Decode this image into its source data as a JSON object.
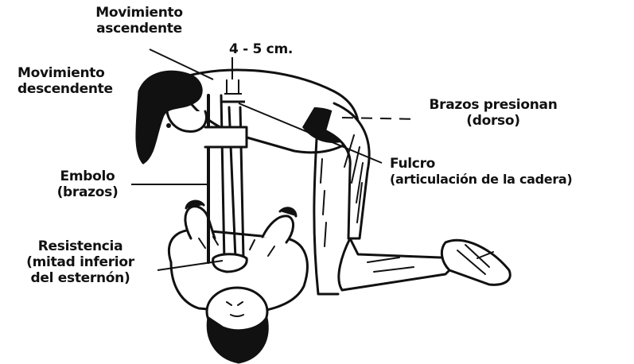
{
  "labels": {
    "ascending": {
      "line1": "Movimiento",
      "line2": "ascendente"
    },
    "depth": "4 - 5 cm.",
    "descending": {
      "line1": "Movimiento",
      "line2": "descendente"
    },
    "arms_press": {
      "line1": "Brazos presionan",
      "line2": "(dorso)"
    },
    "piston": {
      "line1": "Embolo",
      "line2": "(brazos)"
    },
    "fulcrum": {
      "line1": "Fulcro",
      "line2": "(articulación de la cadera)"
    },
    "resistance": {
      "line1": "Resistencia",
      "line2": "(mitad inferior",
      "line3": "del esternón)"
    }
  },
  "figures": {
    "rescuer": "kneeling-rescuer",
    "victim": "supine-victim"
  },
  "colors": {
    "ink": "#111111",
    "paper": "#ffffff"
  }
}
